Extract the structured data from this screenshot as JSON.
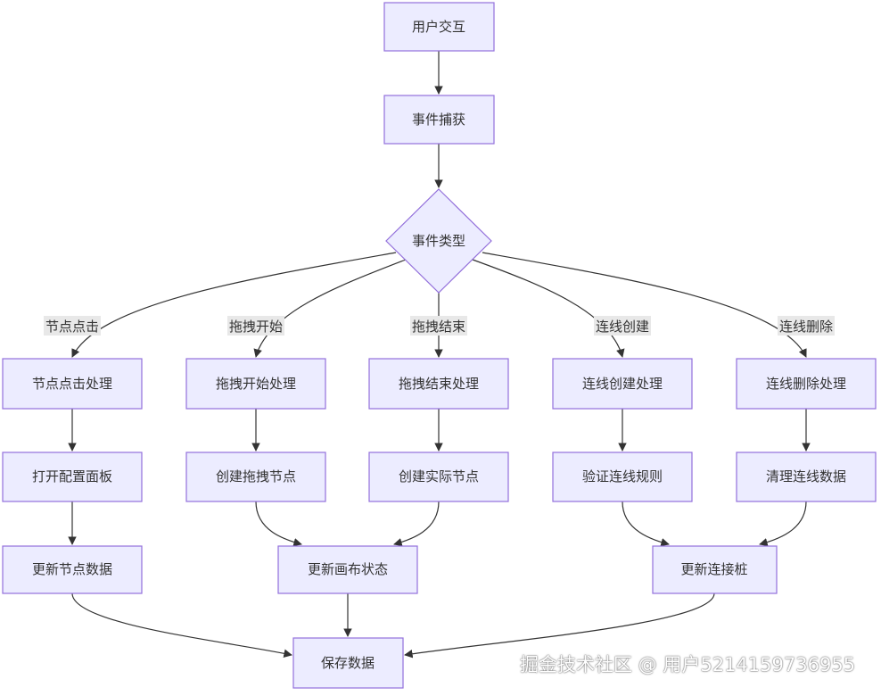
{
  "nodes": {
    "user_interaction": "用户交互",
    "event_capture": "事件捕获",
    "event_type": "事件类型",
    "node_click_handle": "节点点击处理",
    "drag_start_handle": "拖拽开始处理",
    "drag_end_handle": "拖拽结束处理",
    "link_create_handle": "连线创建处理",
    "link_delete_handle": "连线删除处理",
    "open_config_panel": "打开配置面板",
    "create_drag_node": "创建拖拽节点",
    "create_actual_node": "创建实际节点",
    "validate_link_rules": "验证连线规则",
    "clear_link_data": "清理连线数据",
    "update_node_data": "更新节点数据",
    "update_canvas_state": "更新画布状态",
    "update_connector": "更新连接桩",
    "save_data": "保存数据"
  },
  "edge_labels": {
    "node_click": "节点点击",
    "drag_start": "拖拽开始",
    "drag_end": "拖拽结束",
    "link_create": "连线创建",
    "link_delete": "连线删除"
  },
  "watermark": "掘金技术社区 @ 用户5214159736955"
}
